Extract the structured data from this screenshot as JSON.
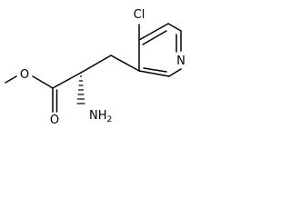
{
  "structure": {
    "atoms": {
      "o_methoxy": "O",
      "o_carbonyl": "O",
      "n_amine": "NH",
      "n_amine_subscript": "2",
      "cl": "Cl",
      "n_pyridine": "N"
    }
  },
  "colors": {
    "bond": "#000000",
    "label": "#000000",
    "background": "#ffffff"
  }
}
